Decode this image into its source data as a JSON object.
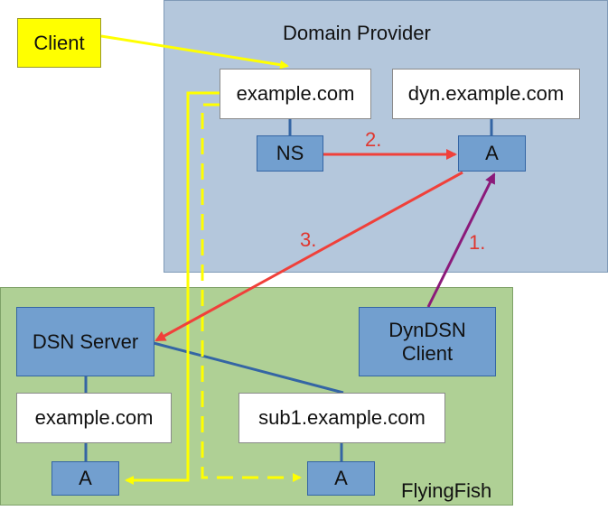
{
  "regions": {
    "provider": "Domain Provider",
    "flying": "FlyingFish"
  },
  "boxes": {
    "client": "Client",
    "example_provider": "example.com",
    "dyn": "dyn.example.com",
    "ns": "NS",
    "a_provider": "A",
    "dsn_server": "DSN Server",
    "dyndsn_client": "DynDSN\nClient",
    "example_local": "example.com",
    "sub1": "sub1.example.com",
    "a_left": "A",
    "a_right": "A"
  },
  "steps": {
    "one": "1.",
    "two": "2.",
    "three": "3."
  },
  "colors": {
    "yellow": "#ffff00",
    "red": "#f0403a",
    "purple": "#8b1a7a",
    "blue_line": "#3465a4"
  }
}
